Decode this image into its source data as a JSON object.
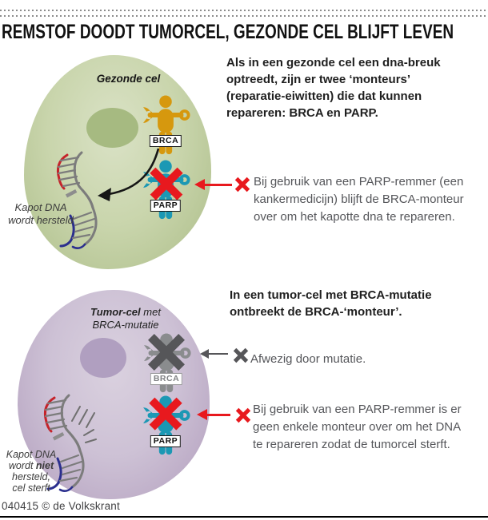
{
  "colors": {
    "healthy_cell": "#c9d5ac",
    "healthy_nucleus": "#a6ba81",
    "tumor_cell": "#cdc1d5",
    "tumor_nucleus": "#b09fc0",
    "brca_orange": "#d6980e",
    "parp_teal": "#1b98b4",
    "alert_red": "#e8191e",
    "inactive_gray": "#8a8c8e",
    "x_dark_gray": "#565659",
    "text_dark": "#1f1f1f",
    "text_gray": "#55565a",
    "dna_red": "#c5232a",
    "dna_blue": "#2b2f8e"
  },
  "header": {
    "title": "REMSTOF DOODT TUMORCEL, GEZONDE CEL BLIJFT LEVEN"
  },
  "section1": {
    "cell_label": "Gezonde cel",
    "brca_tag": "BRCA",
    "parp_tag": "PARP",
    "dna_caption": "Kapot DNA\nwordt hersteld",
    "intro_text": "Als in een gezonde cel een dna-breuk\noptreedt, zijn er twee ‘monteurs’\n(reparatie-eiwitten) die dat kunnen\nrepareren: BRCA en PARP.",
    "note_text": "Bij gebruik van een PARP-remmer (een\nkankermedicijn) blijft de BRCA-monteur\nover om het kapotte dna te repareren."
  },
  "section2": {
    "cell_label_bold": "Tumor-cel",
    "cell_label_rest": " met",
    "cell_label_line2": "BRCA-mutatie",
    "brca_tag": "BRCA",
    "parp_tag": "PARP",
    "intro_text": "In een tumor-cel met BRCA-mutatie\nontbreekt de BRCA-‘monteur’.",
    "mutation_note": "Afwezig door mutatie.",
    "note_text": "Bij gebruik van een PARP-remmer is er\ngeen enkele monteur over om het DNA\nte repareren zodat de tumorcel sterft.",
    "dna_caption_part1": "Kapot DNA\nwordt ",
    "dna_caption_bold": "niet",
    "dna_caption_part2": "\nhersteld,\ncel sterft"
  },
  "footer": {
    "credit": "040415 © de Volkskrant"
  }
}
